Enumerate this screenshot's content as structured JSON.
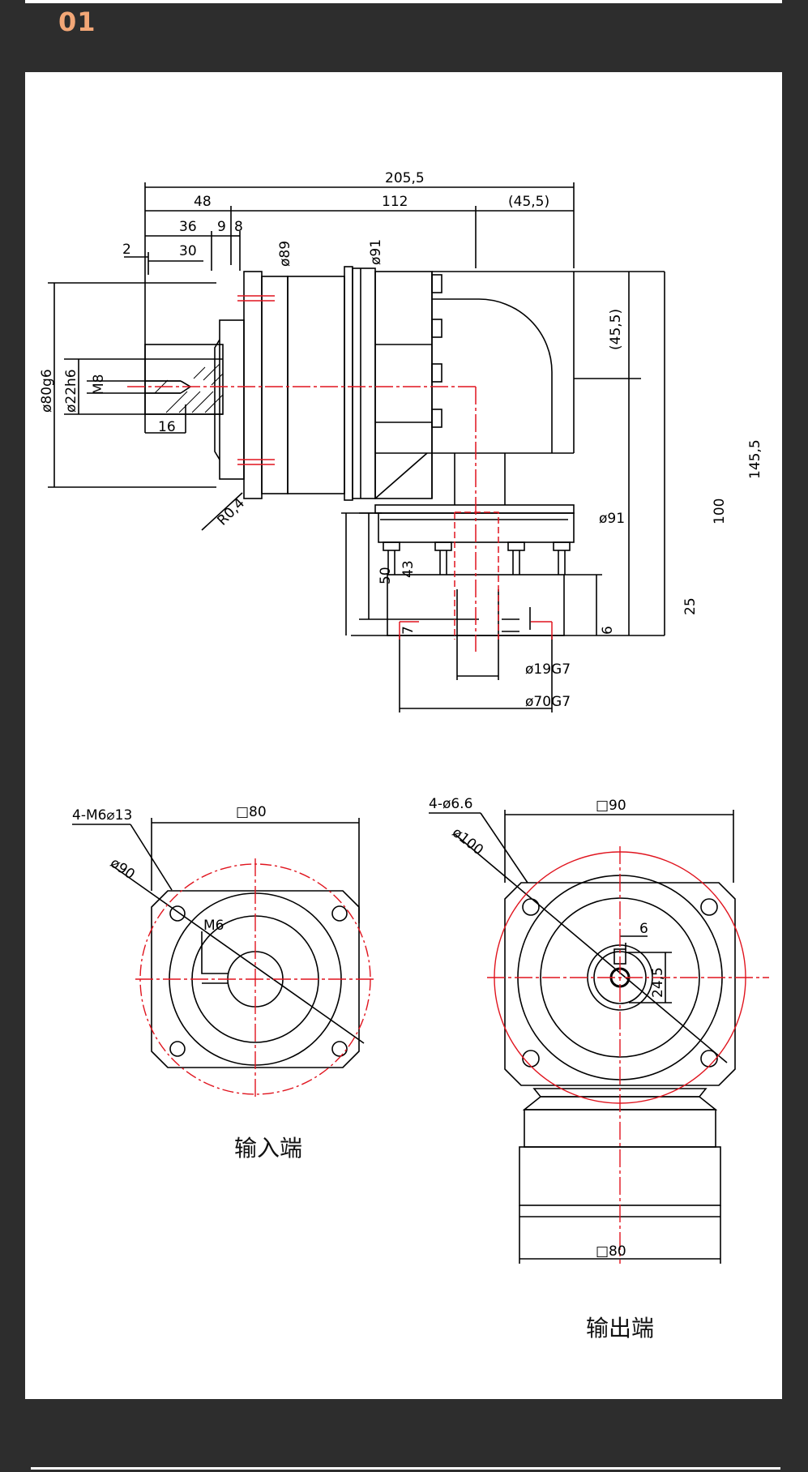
{
  "section_number": "01",
  "colors": {
    "background": "#2d2d2d",
    "panel": "#ffffff",
    "accent": "#f2a777",
    "line": "#000000",
    "centerline": "#e0141e"
  },
  "side_view": {
    "dims": {
      "overall": "205,5",
      "d48": "48",
      "d112": "112",
      "d45_top": "(45,5)",
      "d36": "36",
      "d9": "9",
      "d8": "8",
      "d2": "2",
      "d30": "30",
      "dia89": "ø89",
      "dia91": "ø91",
      "dia80g6": "ø80g6",
      "dia22h6": "ø22h6",
      "m8": "M8",
      "d16": "16",
      "r04": "R0,4",
      "d45_right": "(45,5)",
      "d145": "145,5",
      "d100": "100",
      "dia91_low": "ø91",
      "d50": "50",
      "d43": "43",
      "d7": "7",
      "d6": "6",
      "d25": "25",
      "dia19g7": "ø19G7",
      "dia70g7": "ø70G7"
    }
  },
  "input_view": {
    "caption": "输入端",
    "square": "□80",
    "holes": "4-M6⌀13",
    "pcd": "ø90",
    "thread": "M6"
  },
  "output_view": {
    "caption": "输出端",
    "square": "□90",
    "holes": "4-ø6.6",
    "pcd": "ø100",
    "key": "6",
    "key_height": "24,5",
    "base_square": "□80"
  }
}
